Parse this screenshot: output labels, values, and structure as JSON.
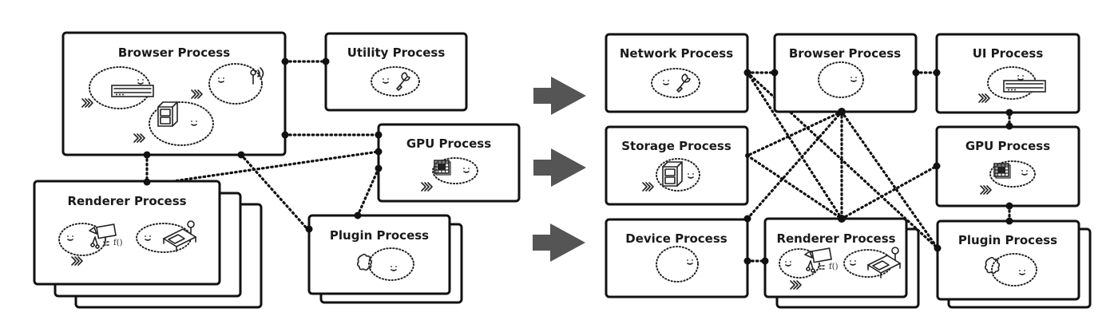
{
  "diagram": {
    "type": "process-architecture-comparison",
    "left": {
      "processes": [
        {
          "id": "browser",
          "label": "Browser Process",
          "icons": [
            "browser-toolbar-icon",
            "storage-cabinet-icon",
            "antenna-icon"
          ]
        },
        {
          "id": "utility",
          "label": "Utility Process",
          "icons": [
            "wrench-icon"
          ]
        },
        {
          "id": "gpu",
          "label": "GPU Process",
          "icons": [
            "gpu-grid-icon"
          ]
        },
        {
          "id": "renderer",
          "label": "Renderer Process",
          "icons": [
            "web-content-icon",
            "bed-icon"
          ],
          "stacked": 3
        },
        {
          "id": "plugin",
          "label": "Plugin Process",
          "icons": [
            "puzzle-icon"
          ],
          "stacked": 2
        }
      ],
      "connections": [
        [
          "browser",
          "utility"
        ],
        [
          "browser",
          "gpu"
        ],
        [
          "browser",
          "renderer"
        ],
        [
          "browser",
          "plugin"
        ],
        [
          "renderer",
          "gpu"
        ],
        [
          "plugin",
          "gpu"
        ]
      ]
    },
    "transition_arrows": 3,
    "transition_color": "#555555",
    "right": {
      "processes": [
        {
          "id": "network",
          "label": "Network Process",
          "icons": [
            "wrench-icon"
          ]
        },
        {
          "id": "browser",
          "label": "Browser Process",
          "icons": []
        },
        {
          "id": "ui",
          "label": "UI Process",
          "icons": [
            "browser-toolbar-icon"
          ]
        },
        {
          "id": "storage",
          "label": "Storage Process",
          "icons": [
            "storage-cabinet-icon"
          ]
        },
        {
          "id": "gpu",
          "label": "GPU Process",
          "icons": [
            "gpu-grid-icon"
          ]
        },
        {
          "id": "device",
          "label": "Device Process",
          "icons": []
        },
        {
          "id": "renderer",
          "label": "Renderer Process",
          "icons": [
            "web-content-icon",
            "bed-icon"
          ],
          "stacked": 2
        },
        {
          "id": "plugin",
          "label": "Plugin Process",
          "icons": [
            "puzzle-icon"
          ],
          "stacked": 2
        }
      ],
      "connections": [
        [
          "network",
          "browser"
        ],
        [
          "browser",
          "ui"
        ],
        [
          "ui",
          "gpu"
        ],
        [
          "gpu",
          "plugin"
        ],
        [
          "device",
          "renderer"
        ],
        [
          "network",
          "renderer"
        ],
        [
          "network",
          "plugin"
        ],
        [
          "browser",
          "storage"
        ],
        [
          "browser",
          "device"
        ],
        [
          "browser",
          "renderer"
        ],
        [
          "browser",
          "plugin"
        ],
        [
          "storage",
          "renderer"
        ],
        [
          "renderer",
          "gpu"
        ]
      ]
    }
  }
}
